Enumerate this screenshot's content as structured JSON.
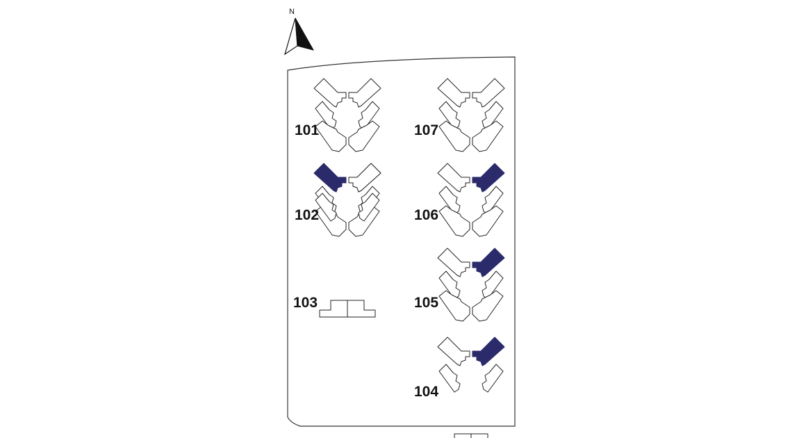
{
  "north_label": "N",
  "colors": {
    "highlight": "#2b2a6b",
    "outline": "#222222",
    "background": "#ffffff"
  },
  "blocks": [
    {
      "id": "101",
      "label": "101",
      "podium": false,
      "highlight": "none"
    },
    {
      "id": "102",
      "label": "102",
      "podium": false,
      "highlight": "left"
    },
    {
      "id": "103",
      "label": "103",
      "podium": true,
      "highlight": "left"
    },
    {
      "id": "104",
      "label": "104",
      "podium": true,
      "highlight": "right"
    },
    {
      "id": "105",
      "label": "105",
      "podium": false,
      "highlight": "right"
    },
    {
      "id": "106",
      "label": "106",
      "podium": false,
      "highlight": "right"
    },
    {
      "id": "107",
      "label": "107",
      "podium": false,
      "highlight": "none"
    }
  ]
}
